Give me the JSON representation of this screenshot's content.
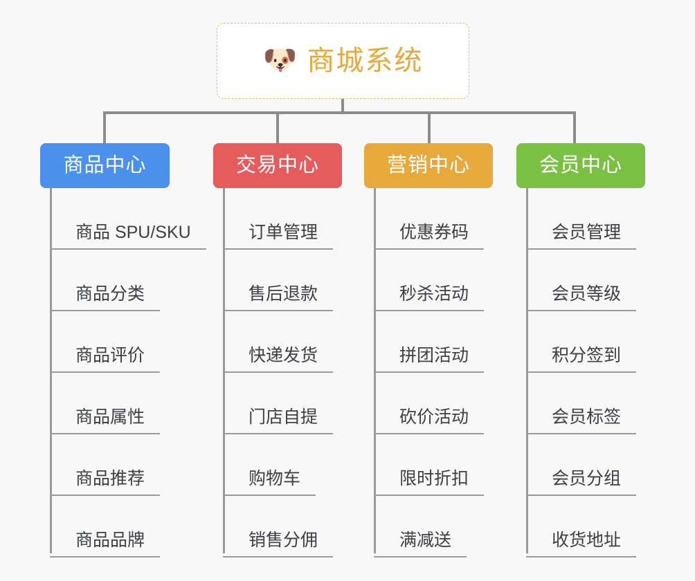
{
  "page": {
    "background_color": "#f8f8f8",
    "type": "org-chart"
  },
  "root": {
    "icon": "🐶",
    "icon_name": "shiba-dog-face-icon",
    "title": "商城系统",
    "text_color": "#e8a93c",
    "border_color": "#e8b964",
    "background_color": "#ffffff"
  },
  "branches": [
    {
      "label": "商品中心",
      "color": "#4a90ec",
      "items": [
        "商品 SPU/SKU",
        "商品分类",
        "商品评价",
        "商品属性",
        "商品推荐",
        "商品品牌"
      ]
    },
    {
      "label": "交易中心",
      "color": "#e65c5c",
      "items": [
        "订单管理",
        "售后退款",
        "快递发货",
        "门店自提",
        "购物车",
        "销售分佣"
      ]
    },
    {
      "label": "营销中心",
      "color": "#e8a93c",
      "items": [
        "优惠券码",
        "秒杀活动",
        "拼团活动",
        "砍价活动",
        "限时折扣",
        "满减送"
      ]
    },
    {
      "label": "会员中心",
      "color": "#7ac143",
      "items": [
        "会员管理",
        "会员等级",
        "积分签到",
        "会员标签",
        "会员分组",
        "收货地址"
      ]
    }
  ],
  "connector": {
    "color": "#8c8c8c"
  }
}
